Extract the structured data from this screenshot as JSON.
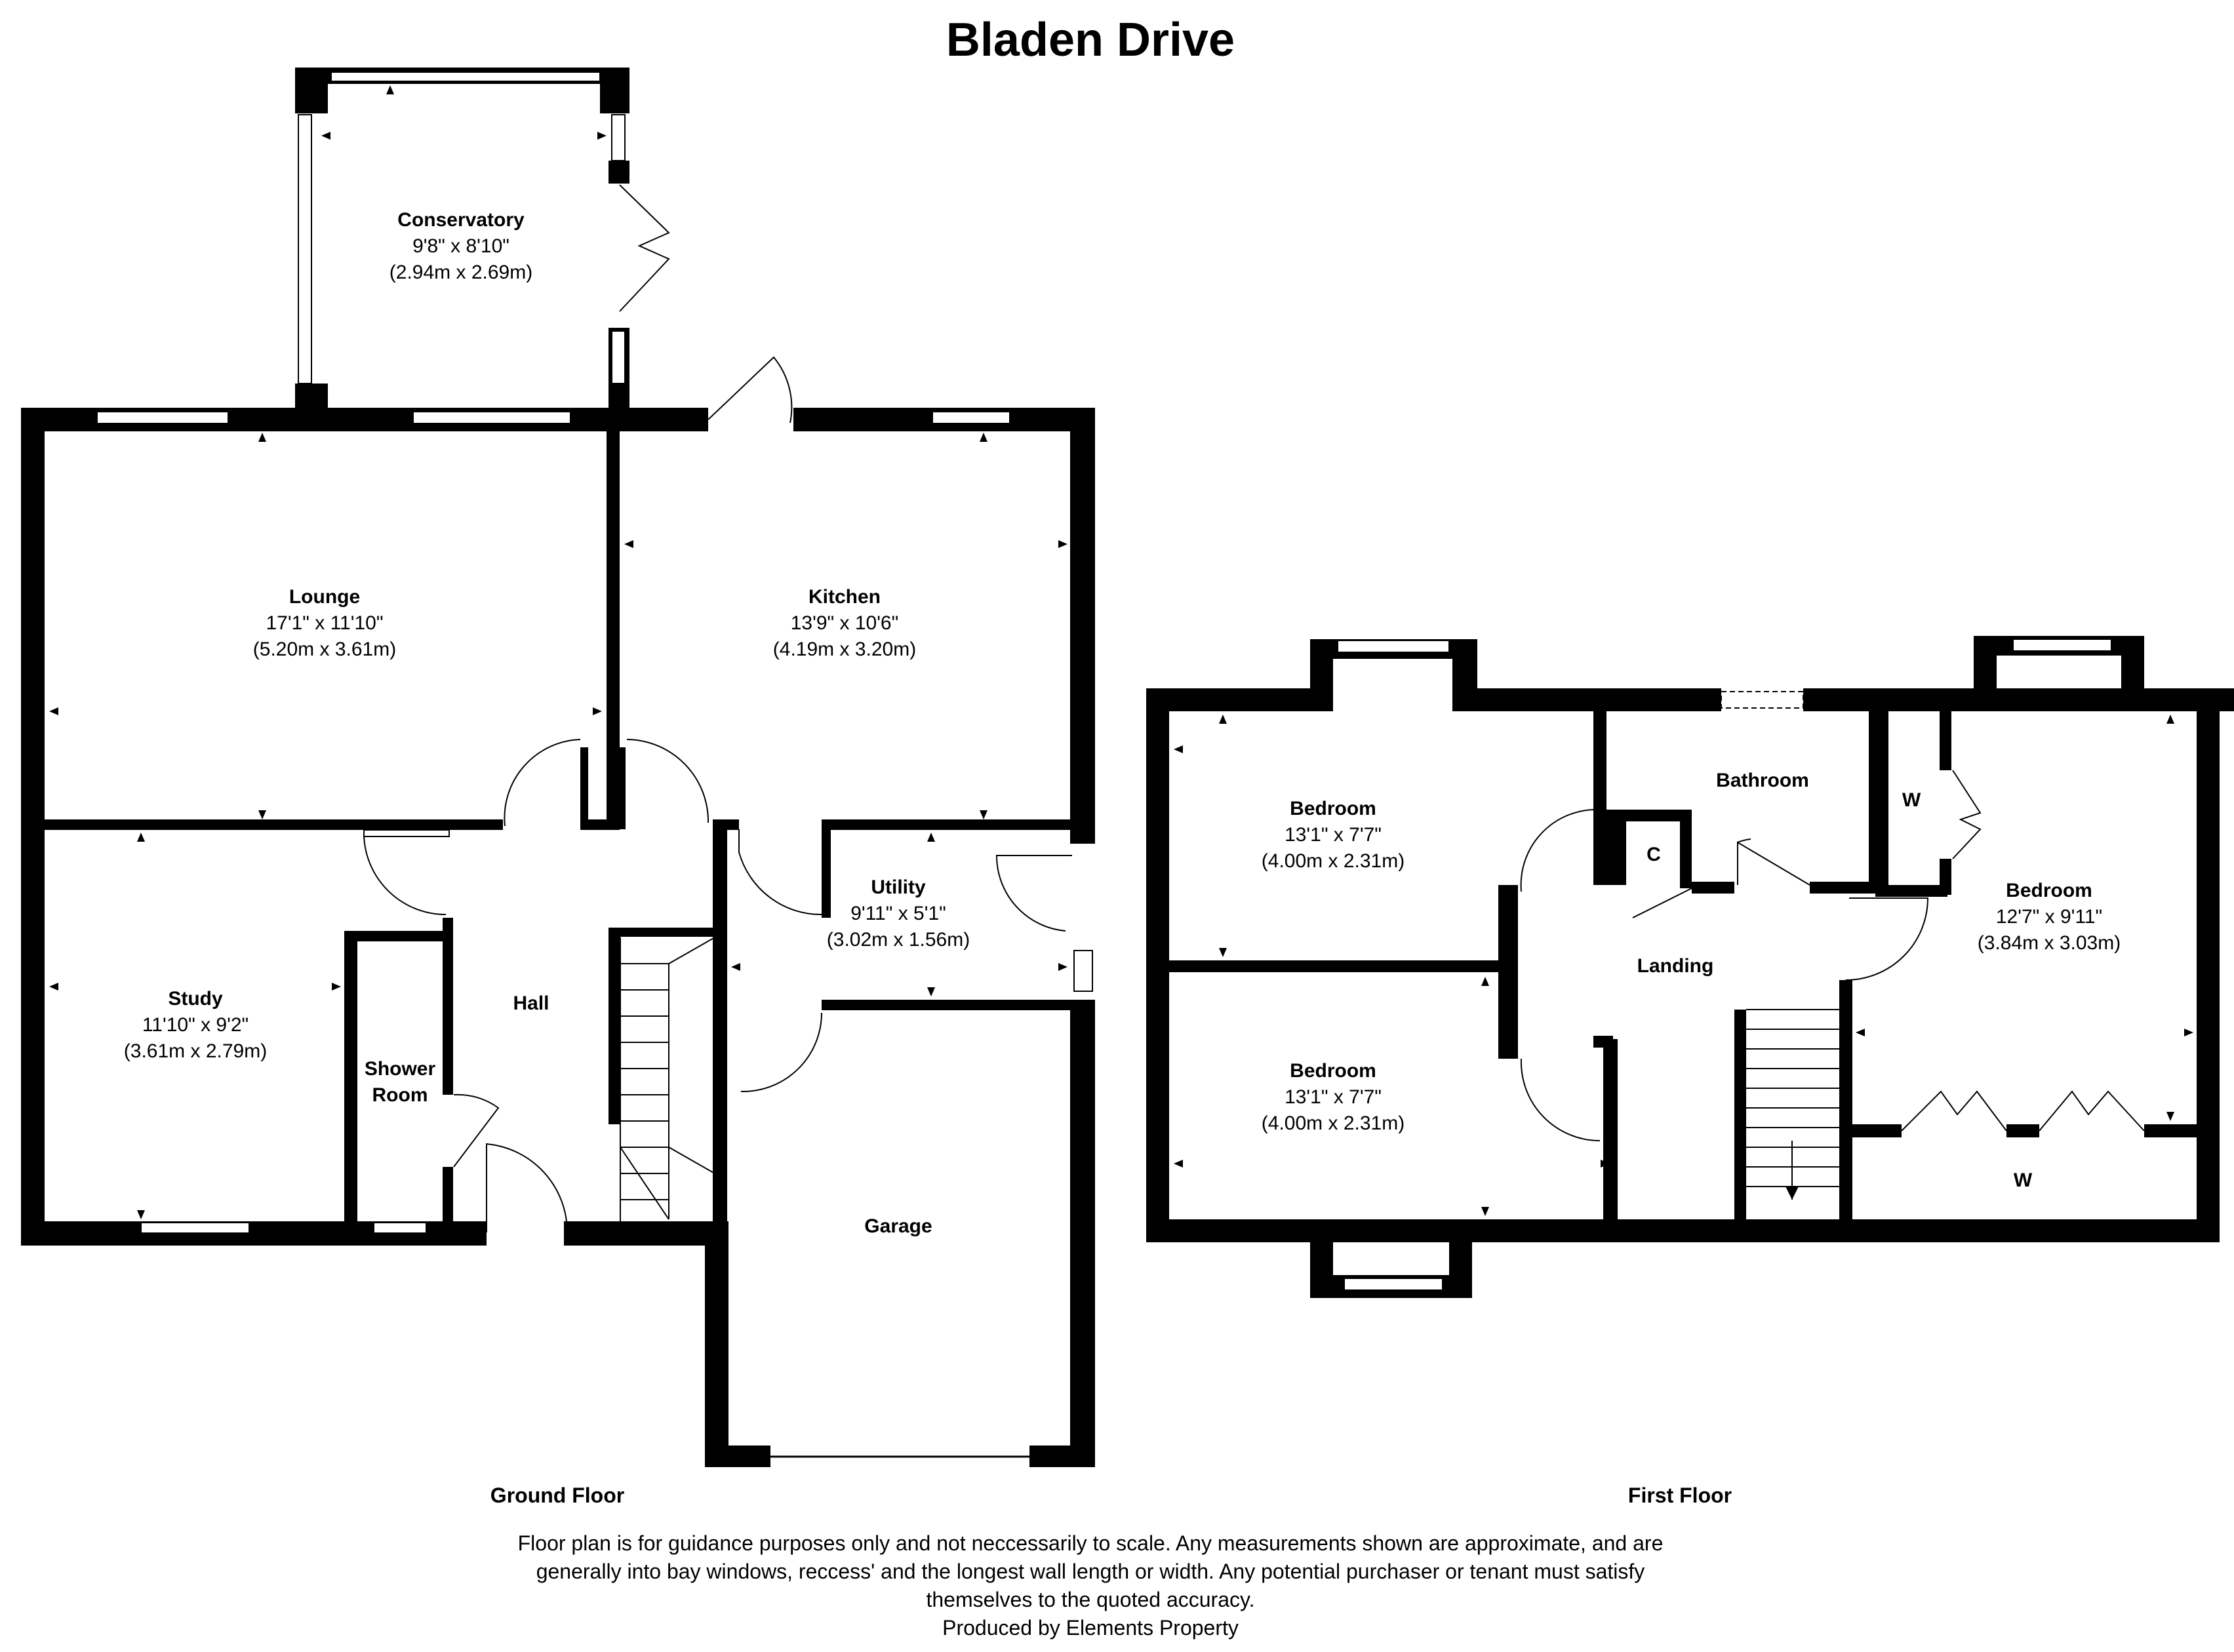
{
  "title": "Bladen Drive",
  "floors": {
    "ground": "Ground Floor",
    "first": "First Floor"
  },
  "rooms": {
    "conservatory": {
      "name": "Conservatory",
      "imperial": "9'8\" x 8'10\"",
      "metric": "(2.94m x 2.69m)"
    },
    "lounge": {
      "name": "Lounge",
      "imperial": "17'1\" x 11'10\"",
      "metric": "(5.20m x 3.61m)"
    },
    "kitchen": {
      "name": "Kitchen",
      "imperial": "13'9\" x 10'6\"",
      "metric": "(4.19m x 3.20m)"
    },
    "utility": {
      "name": "Utility",
      "imperial": "9'11\" x 5'1\"",
      "metric": "(3.02m x 1.56m)"
    },
    "study": {
      "name": "Study",
      "imperial": "11'10\" x 9'2\"",
      "metric": "(3.61m x 2.79m)"
    },
    "shower": {
      "line1": "Shower",
      "line2": "Room"
    },
    "hall": {
      "name": "Hall"
    },
    "garage": {
      "name": "Garage"
    },
    "bedroom1": {
      "name": "Bedroom",
      "imperial": "13'1\" x 7'7\"",
      "metric": "(4.00m x 2.31m)"
    },
    "bedroom2": {
      "name": "Bedroom",
      "imperial": "13'1\" x 7'7\"",
      "metric": "(4.00m x 2.31m)"
    },
    "bedroom3": {
      "name": "Bedroom",
      "imperial": "12'7\" x 9'11\"",
      "metric": "(3.84m x 3.03m)"
    },
    "bathroom": {
      "name": "Bathroom"
    },
    "landing": {
      "name": "Landing"
    },
    "cupboard": {
      "name": "C"
    },
    "wardrobe1": {
      "name": "W"
    },
    "wardrobe2": {
      "name": "W"
    }
  },
  "disclaimer": {
    "line1": "Floor plan is for guidance purposes only and not neccessarily to scale. Any measurements shown are approximate, and are",
    "line2": "generally into bay windows, reccess' and the longest wall length or width. Any potential purchaser or tenant must satisfy",
    "line3": "themselves to the quoted accuracy.",
    "line4": "Produced by Elements Property"
  }
}
